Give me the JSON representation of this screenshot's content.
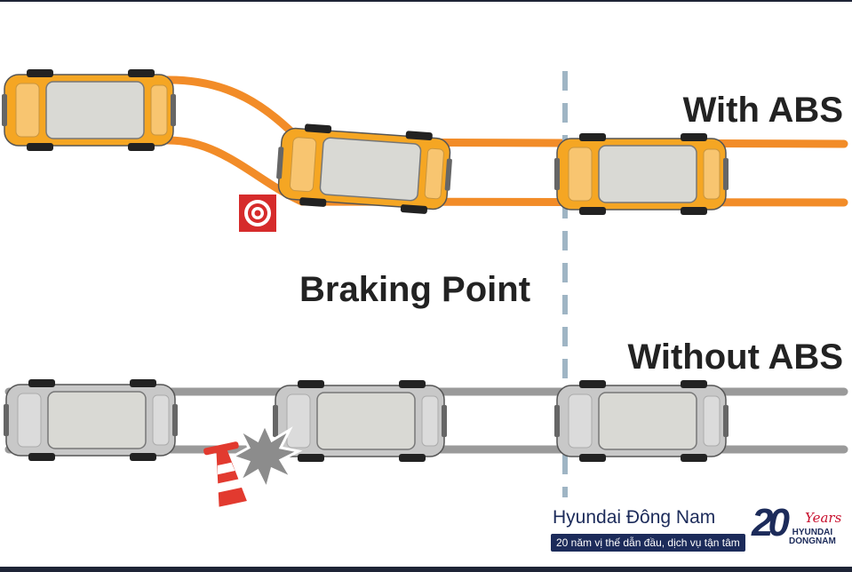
{
  "labels": {
    "with_abs": "With ABS",
    "braking_point": "Braking Point",
    "without_abs": "Without ABS"
  },
  "brand": {
    "name": "Hyundai Đông Nam",
    "slogan": "20 năm vị thế dẫn đầu, dịch vụ tận tâm",
    "anniversary": "20",
    "years": "Years",
    "logo_line1": "HYUNDAI",
    "logo_line2": "DONGNAM"
  },
  "icons": {
    "target": "target-icon",
    "cone": "traffic-cone-icon",
    "collision": "collision-burst-icon"
  },
  "colors": {
    "abs_car": "#f5a623",
    "abs_path": "#f28c28",
    "no_abs_car": "#c8c8c8",
    "no_abs_path": "#9a9a9a",
    "braking_line": "#9fb5c4",
    "target_red": "#d62b2b",
    "brand_navy": "#1c2b5a"
  }
}
